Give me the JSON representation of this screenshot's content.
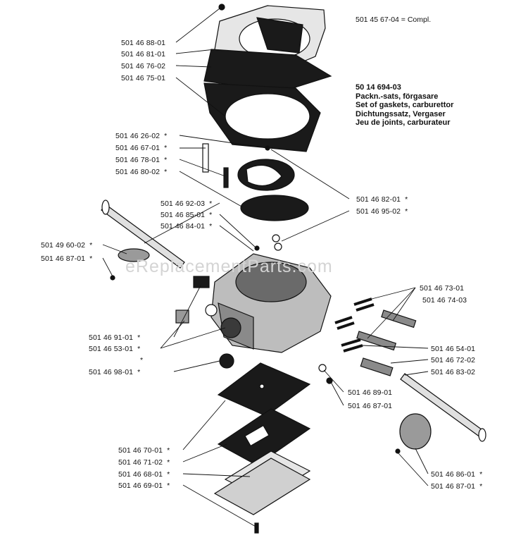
{
  "header": {
    "compl": "501 45 67-04 = Compl."
  },
  "kit": {
    "number": "50 14 694-03",
    "lines": [
      "Packn.-sats, förgasare",
      "Set of gaskets, carburettor",
      "Dichtungssatz, Vergaser",
      "Jeu de joints, carburateur"
    ]
  },
  "watermark": "eReplacementParts.com",
  "star": "*",
  "parts": [
    {
      "id": "p1",
      "num": "501 46 88-01",
      "starred": false
    },
    {
      "id": "p2",
      "num": "501 46 81-01",
      "starred": false
    },
    {
      "id": "p3",
      "num": "501 46 76-02",
      "starred": false
    },
    {
      "id": "p4",
      "num": "501 46 75-01",
      "starred": false
    },
    {
      "id": "p5",
      "num": "501 46 26-02",
      "starred": true
    },
    {
      "id": "p6",
      "num": "501 46 67-01",
      "starred": true
    },
    {
      "id": "p7",
      "num": "501 46 78-01",
      "starred": true
    },
    {
      "id": "p8",
      "num": "501 46 80-02",
      "starred": true
    },
    {
      "id": "p9",
      "num": "501 46 82-01",
      "starred": true
    },
    {
      "id": "p10",
      "num": "501 46 95-02",
      "starred": true
    },
    {
      "id": "p11",
      "num": "501 46 92-03",
      "starred": true
    },
    {
      "id": "p12",
      "num": "501 46 85-01",
      "starred": true
    },
    {
      "id": "p13",
      "num": "501 46 84-01",
      "starred": true
    },
    {
      "id": "p14",
      "num": "501 49 60-02",
      "starred": true
    },
    {
      "id": "p15",
      "num": "501 46 87-01",
      "starred": true
    },
    {
      "id": "p16",
      "num": "501 46 73-01",
      "starred": false
    },
    {
      "id": "p17",
      "num": "501 46 74-03",
      "starred": false
    },
    {
      "id": "p18",
      "num": "501 46 91-01",
      "starred": true
    },
    {
      "id": "p19",
      "num": "501 46 53-01",
      "starred": true
    },
    {
      "id": "p20",
      "num": "501 46 54-01",
      "starred": false
    },
    {
      "id": "p21",
      "num": "501 46 72-02",
      "starred": false
    },
    {
      "id": "p22",
      "num": "501 46 83-02",
      "starred": false
    },
    {
      "id": "p23",
      "num": "501 46 98-01",
      "starred": true
    },
    {
      "id": "p24",
      "num": "501 46 89-01",
      "starred": false
    },
    {
      "id": "p25",
      "num": "501 46 87-01",
      "starred": false
    },
    {
      "id": "p26",
      "num": "501 46 70-01",
      "starred": true
    },
    {
      "id": "p27",
      "num": "501 46 71-02",
      "starred": true
    },
    {
      "id": "p28",
      "num": "501 46 68-01",
      "starred": true
    },
    {
      "id": "p29",
      "num": "501 46 69-01",
      "starred": true
    },
    {
      "id": "p30",
      "num": "501 46 86-01",
      "starred": true
    },
    {
      "id": "p31",
      "num": "501 46 87-01",
      "starred": true
    }
  ]
}
